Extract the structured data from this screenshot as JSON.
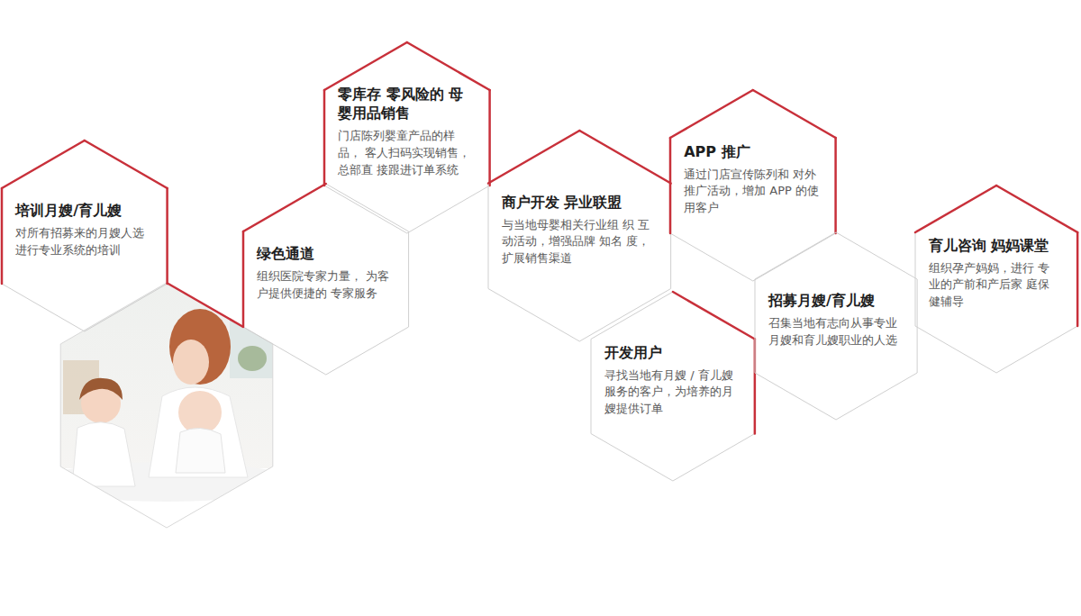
{
  "diagram": {
    "nodes": [
      {
        "text": [
          "培训月嫂/育儿嫂",
          "对所有招募来的月嫂人选 进行专业系统的培训"
        ]
      },
      {
        "text": [
          "零库存 零风险的 母婴用品销售",
          "门店陈列婴童产品的样品， 客人扫码实现销售，总部直 接跟进订单系统"
        ]
      },
      {
        "text": [
          "绿色通道",
          "组织医院专家力量， 为客 户提供便捷的 专家服务"
        ]
      },
      {
        "text": [
          "商户开发 异业联盟",
          "与当地母婴相关行业组 织 互动活动，增强品牌 知名 度，扩展销售渠道"
        ]
      },
      {
        "text": [
          "开发用户",
          "寻找当地有月嫂 / 育儿嫂 服务的客户，为培养的月 嫂提供订单"
        ]
      },
      {
        "text": [
          "APP 推广",
          "通过门店宣传陈列和 对外 推广活动，增加 APP 的使 用客户"
        ]
      },
      {
        "text": [
          "招募月嫂/育儿嫂",
          "召集当地有志向从事专业 月嫂和育儿嫂职业的人选"
        ]
      },
      {
        "text": [
          "育儿咨询 妈妈课堂",
          "组织孕产妈妈，进行 专 业的产前和产后家 庭保 健辅导"
        ]
      }
    ]
  }
}
